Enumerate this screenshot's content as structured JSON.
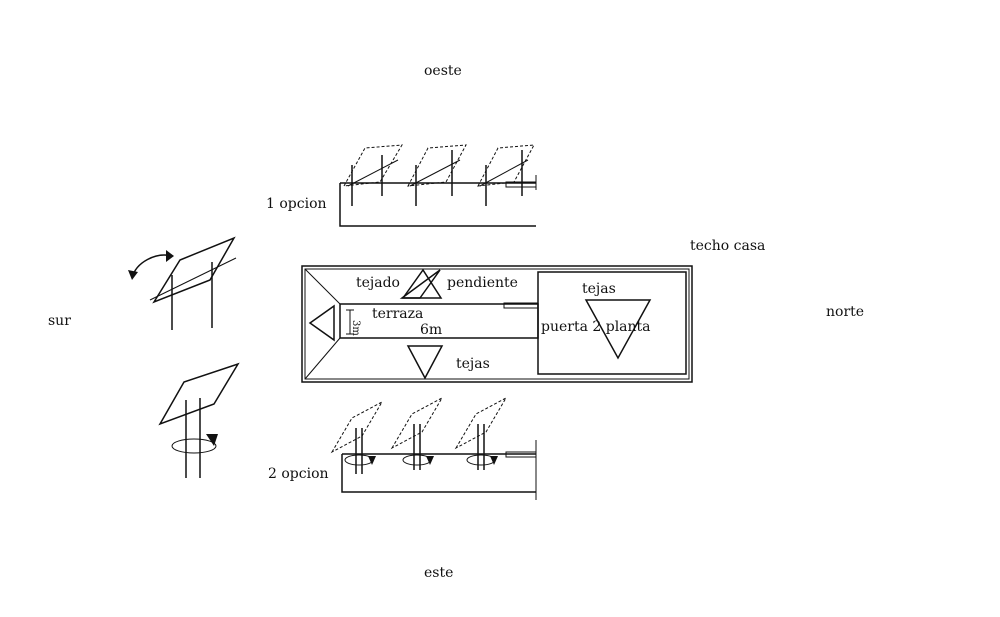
{
  "compass": {
    "west": "oeste",
    "east": "este",
    "south": "sur",
    "north": "norte"
  },
  "options": {
    "first": "1 opcion",
    "second": "2 opcion"
  },
  "house": {
    "roof_label": "techo casa",
    "tejado": "tejado",
    "pendiente": "pendiente",
    "terraza": "terraza",
    "width": "6m",
    "side_dim": "3m",
    "tejas_bottom": "tejas",
    "tejas_right": "tejas",
    "puerta": "puerta 2 planta"
  }
}
